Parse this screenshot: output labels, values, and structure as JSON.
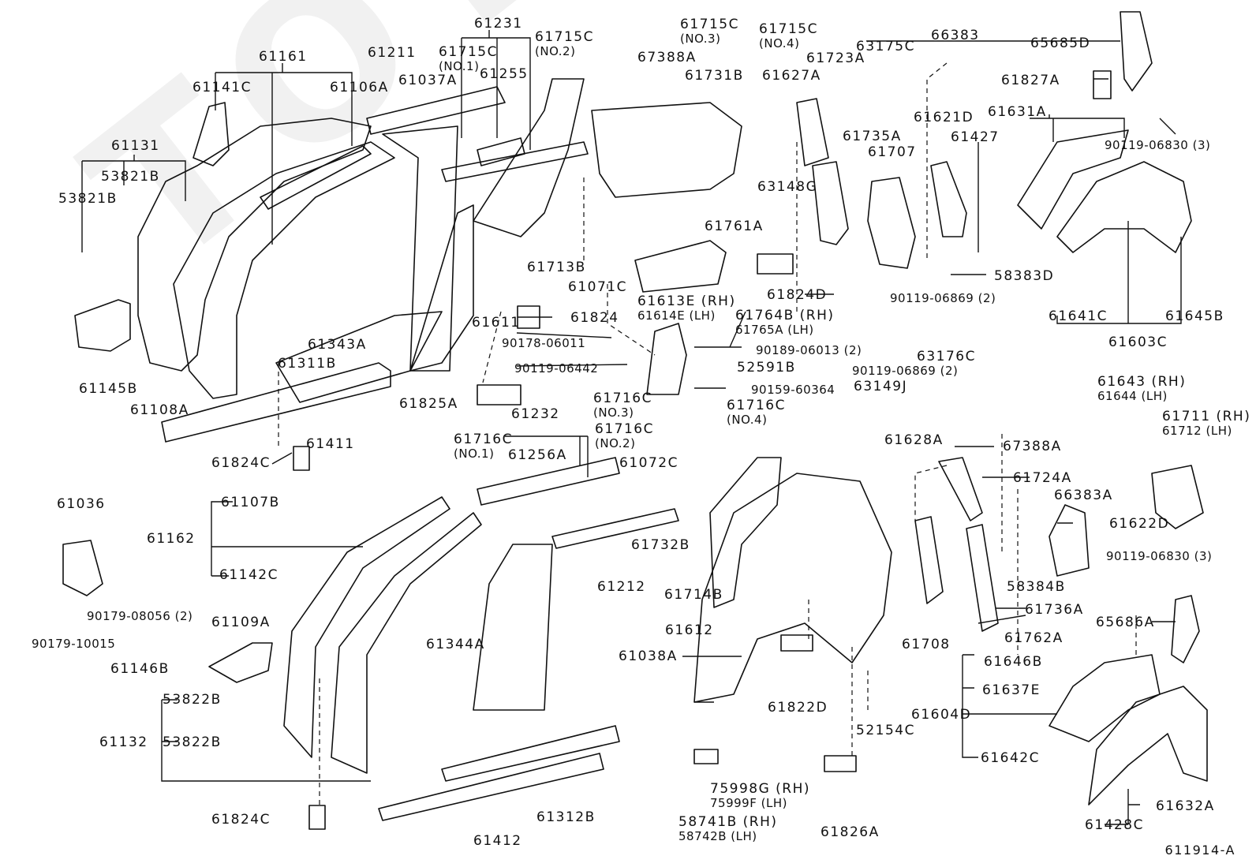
{
  "diagram": {
    "title": "Toyota side member / body panel parts diagram",
    "watermark": "TOYOTA-PARTS",
    "figure_code": "611914-A",
    "labels": [
      {
        "id": "61161",
        "text": "61161"
      },
      {
        "id": "61141C",
        "text": "61141C"
      },
      {
        "id": "61106A",
        "text": "61106A"
      },
      {
        "id": "61211",
        "text": "61211"
      },
      {
        "id": "61037A",
        "text": "61037A"
      },
      {
        "id": "61231",
        "text": "61231"
      },
      {
        "id": "61715C-1",
        "text": "61715C",
        "sub": "(NO.1)"
      },
      {
        "id": "61255",
        "text": "61255"
      },
      {
        "id": "61715C-2",
        "text": "61715C",
        "sub": "(NO.2)"
      },
      {
        "id": "61715C-3",
        "text": "61715C",
        "sub": "(NO.3)"
      },
      {
        "id": "61715C-4",
        "text": "61715C",
        "sub": "(NO.4)"
      },
      {
        "id": "67388A-top",
        "text": "67388A"
      },
      {
        "id": "61731B",
        "text": "61731B"
      },
      {
        "id": "61627A",
        "text": "61627A"
      },
      {
        "id": "61723A",
        "text": "61723A"
      },
      {
        "id": "63175C",
        "text": "63175C"
      },
      {
        "id": "66383",
        "text": "66383"
      },
      {
        "id": "65685D",
        "text": "65685D"
      },
      {
        "id": "61827A",
        "text": "61827A"
      },
      {
        "id": "90119-06830-top",
        "text": "90119-06830 (3)"
      },
      {
        "id": "61131",
        "text": "61131"
      },
      {
        "id": "53821B-a",
        "text": "53821B"
      },
      {
        "id": "53821B-b",
        "text": "53821B"
      },
      {
        "id": "61621D",
        "text": "61621D"
      },
      {
        "id": "61631A",
        "text": "61631A"
      },
      {
        "id": "61427",
        "text": "61427"
      },
      {
        "id": "61735A",
        "text": "61735A"
      },
      {
        "id": "61707",
        "text": "61707"
      },
      {
        "id": "63148G",
        "text": "63148G"
      },
      {
        "id": "61761A",
        "text": "61761A"
      },
      {
        "id": "61713B",
        "text": "61713B"
      },
      {
        "id": "61071C",
        "text": "61071C"
      },
      {
        "id": "61613E",
        "text": "61613E (RH)",
        "sub": "61614E (LH)"
      },
      {
        "id": "61764B",
        "text": "61764B (RH)",
        "sub": "61765A (LH)"
      },
      {
        "id": "61824D",
        "text": "61824D"
      },
      {
        "id": "58383D",
        "text": "58383D"
      },
      {
        "id": "90119-06869-a",
        "text": "90119-06869 (2)"
      },
      {
        "id": "61641C",
        "text": "61641C"
      },
      {
        "id": "61645B",
        "text": "61645B"
      },
      {
        "id": "61603C",
        "text": "61603C"
      },
      {
        "id": "61145B",
        "text": "61145B"
      },
      {
        "id": "61311B",
        "text": "61311B"
      },
      {
        "id": "61343A",
        "text": "61343A"
      },
      {
        "id": "61611",
        "text": "61611"
      },
      {
        "id": "61824",
        "text": "61824"
      },
      {
        "id": "90178-06011",
        "text": "90178-06011"
      },
      {
        "id": "90189-06013",
        "text": "90189-06013 (2)"
      },
      {
        "id": "90119-06442",
        "text": "90119-06442"
      },
      {
        "id": "52591B",
        "text": "52591B"
      },
      {
        "id": "90119-06869-b",
        "text": "90119-06869 (2)"
      },
      {
        "id": "90159-60364",
        "text": "90159-60364"
      },
      {
        "id": "63176C",
        "text": "63176C"
      },
      {
        "id": "61108A",
        "text": "61108A"
      },
      {
        "id": "61411",
        "text": "61411"
      },
      {
        "id": "61825A",
        "text": "61825A"
      },
      {
        "id": "61824C-a",
        "text": "61824C"
      },
      {
        "id": "61232",
        "text": "61232"
      },
      {
        "id": "61716C-3",
        "text": "61716C",
        "sub": "(NO.3)"
      },
      {
        "id": "61716C-4",
        "text": "61716C",
        "sub": "(NO.4)"
      },
      {
        "id": "63149J",
        "text": "63149J"
      },
      {
        "id": "61716C-2",
        "text": "61716C",
        "sub": "(NO.2)"
      },
      {
        "id": "61716C-1",
        "text": "61716C",
        "sub": "(NO.1)"
      },
      {
        "id": "61256A",
        "text": "61256A"
      },
      {
        "id": "61072C",
        "text": "61072C"
      },
      {
        "id": "61628A",
        "text": "61628A"
      },
      {
        "id": "67388A-b",
        "text": "67388A"
      },
      {
        "id": "61643",
        "text": "61643 (RH)",
        "sub": "61644 (LH)"
      },
      {
        "id": "61711",
        "text": "61711 (RH)",
        "sub": "61712 (LH)"
      },
      {
        "id": "61724A",
        "text": "61724A"
      },
      {
        "id": "66383A",
        "text": "66383A"
      },
      {
        "id": "61622D",
        "text": "61622D"
      },
      {
        "id": "90119-06830-b",
        "text": "90119-06830 (3)"
      },
      {
        "id": "61036",
        "text": "61036"
      },
      {
        "id": "61107B",
        "text": "61107B"
      },
      {
        "id": "61162",
        "text": "61162"
      },
      {
        "id": "61142C",
        "text": "61142C"
      },
      {
        "id": "90179-08056",
        "text": "90179-08056 (2)"
      },
      {
        "id": "90179-10015",
        "text": "90179-10015"
      },
      {
        "id": "61109A",
        "text": "61109A"
      },
      {
        "id": "61732B",
        "text": "61732B"
      },
      {
        "id": "61212",
        "text": "61212"
      },
      {
        "id": "61714B",
        "text": "61714B"
      },
      {
        "id": "58384B",
        "text": "58384B"
      },
      {
        "id": "61736A",
        "text": "61736A"
      },
      {
        "id": "65686A",
        "text": "65686A"
      },
      {
        "id": "61612",
        "text": "61612"
      },
      {
        "id": "61344A",
        "text": "61344A"
      },
      {
        "id": "61038A",
        "text": "61038A"
      },
      {
        "id": "61708",
        "text": "61708"
      },
      {
        "id": "61762A",
        "text": "61762A"
      },
      {
        "id": "61146B",
        "text": "61146B"
      },
      {
        "id": "61646B",
        "text": "61646B"
      },
      {
        "id": "61637E",
        "text": "61637E"
      },
      {
        "id": "53822B-a",
        "text": "53822B"
      },
      {
        "id": "61132",
        "text": "61132"
      },
      {
        "id": "53822B-b",
        "text": "53822B"
      },
      {
        "id": "61822D",
        "text": "61822D"
      },
      {
        "id": "52154C",
        "text": "52154C"
      },
      {
        "id": "61604D",
        "text": "61604D"
      },
      {
        "id": "75998G",
        "text": "75998G (RH)",
        "sub": "75999F (LH)"
      },
      {
        "id": "58741B",
        "text": "58741B (RH)",
        "sub": "58742B (LH)"
      },
      {
        "id": "61642C",
        "text": "61642C"
      },
      {
        "id": "61312B",
        "text": "61312B"
      },
      {
        "id": "61824C-b",
        "text": "61824C"
      },
      {
        "id": "61412",
        "text": "61412"
      },
      {
        "id": "61826A",
        "text": "61826A"
      },
      {
        "id": "61632A",
        "text": "61632A"
      },
      {
        "id": "61428C",
        "text": "61428C"
      }
    ]
  }
}
